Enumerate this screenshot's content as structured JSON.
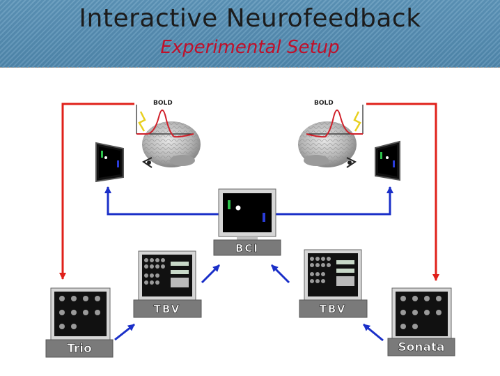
{
  "header": {
    "title": "Interactive Neurofeedback",
    "subtitle": "Experimental Setup"
  },
  "diagram": {
    "bold_left": "BOLD",
    "bold_right": "BOLD",
    "bci_label": "BCI",
    "tbv_left_label": "TBV",
    "tbv_right_label": "TBV",
    "trio_label": "Trio",
    "sonata_label": "Sonata"
  },
  "colors": {
    "header_bg": "#5a92b6",
    "title": "#1c1c1c",
    "subtitle": "#c0102a",
    "arrow_red": "#e0201a",
    "arrow_blue": "#1a2fc8",
    "label_bg": "#7a7a7a"
  }
}
